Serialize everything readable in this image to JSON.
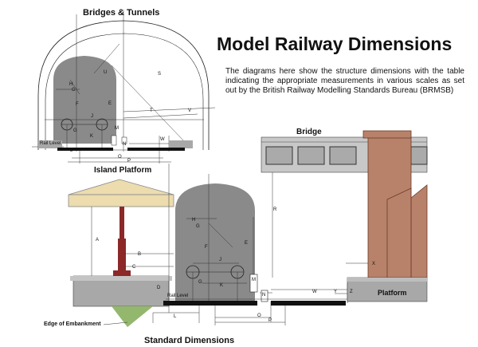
{
  "title": "Model Railway Dimensions",
  "intro": "The diagrams here show the structure dimensions with the table indicating the appropriate  measurements in various scales as set out by the British Railway Modelling Standards Bureau (BRMSB)",
  "sections": {
    "bridges_tunnels": "Bridges & Tunnels",
    "island_platform": "Island Platform",
    "bridge": "Bridge",
    "standard_dimensions": "Standard Dimensions",
    "platform": "Platform",
    "edge_of_embankment": "Edge of Embankment",
    "rail_level": "Rail Level"
  },
  "dimension_labels": {
    "A": "A",
    "B": "B",
    "C": "C",
    "D": "D",
    "E": "E",
    "F": "F",
    "G": "G",
    "H": "H",
    "J": "J",
    "K": "K",
    "L": "L",
    "M": "M",
    "N": "N",
    "O": "O",
    "P": "P",
    "R": "R",
    "S": "S",
    "T": "T",
    "U": "U",
    "V": "V",
    "W": "W",
    "X": "X",
    "Y": "Y",
    "Z": "Z"
  },
  "colors": {
    "loading_gauge": "#8a8a8a",
    "platform_grey": "#a8a8a8",
    "canopy": "#ecdcae",
    "column": "#8c2828",
    "pier": "#b8826a",
    "bridge_deck": "#c8c8c8",
    "embankment": "#93b86d",
    "rail": "#111111"
  }
}
